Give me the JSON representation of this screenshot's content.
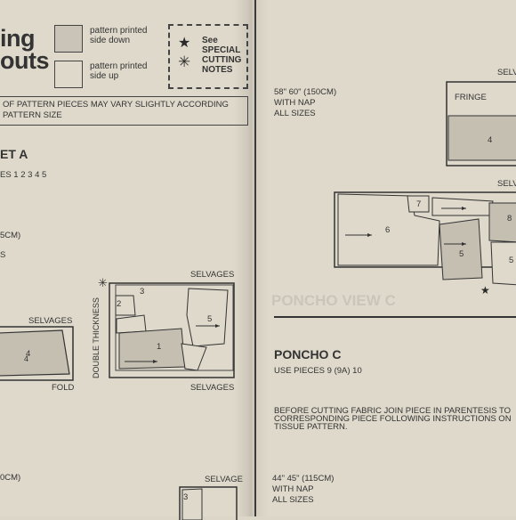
{
  "header": {
    "title_line1": "ing",
    "title_line2": "outs",
    "legend_down": "pattern printed side down",
    "legend_up": "pattern printed side up",
    "legend_notes": "See SPECIAL CUTTING NOTES",
    "star_icon": "★",
    "snow_icon": "✳"
  },
  "left": {
    "note_line1": "OF PATTERN PIECES MAY VARY SLIGHTLY ACCORDING",
    "note_line2": "PATTERN SIZE",
    "heading": "ET A",
    "sizes": "ES 1 2 3 4 5",
    "cm_fragment": "5CM)",
    "s_fragment": "S",
    "selvages_left": "SELVAGES",
    "fold": "FOLD",
    "piece_4": "4",
    "double_thickness": "DOUBLE THICKNESS",
    "selvages_top": "SELVAGES",
    "selvages_bottom": "SELVAGES",
    "piece_1": "1",
    "piece_2": "2",
    "piece_3": "3",
    "piece_5": "5",
    "bottom_cm": "0CM)",
    "selvage_bottom": "SELVAGE",
    "piece_3b": "3"
  },
  "right": {
    "fabric1_line1": "58\" 60\" (150CM)",
    "fabric1_line2": "WITH NAP",
    "fabric1_line3": "ALL SIZES",
    "selv_top": "SELV",
    "fringe": "FRINGE",
    "piece_4": "4",
    "selv_mid": "SELV",
    "piece_6": "6",
    "piece_7": "7",
    "piece_8": "8",
    "piece_5": "5",
    "piece_5b": "5",
    "ghost_text": "PONCHO VIEW C",
    "heading": "PONCHO C",
    "use_pieces": "USE PIECES  9 (9A)  10",
    "instr_line1": "BEFORE CUTTING FABRIC JOIN PIECE IN PARENTESIS TO",
    "instr_line2": "CORRESPONDING PIECE FOLLOWING INSTRUCTIONS ON",
    "instr_line3": "TISSUE PATTERN.",
    "fabric2_line1": "44\" 45\" (115CM)",
    "fabric2_line2": "WITH NAP",
    "fabric2_line3": "ALL SIZES"
  }
}
